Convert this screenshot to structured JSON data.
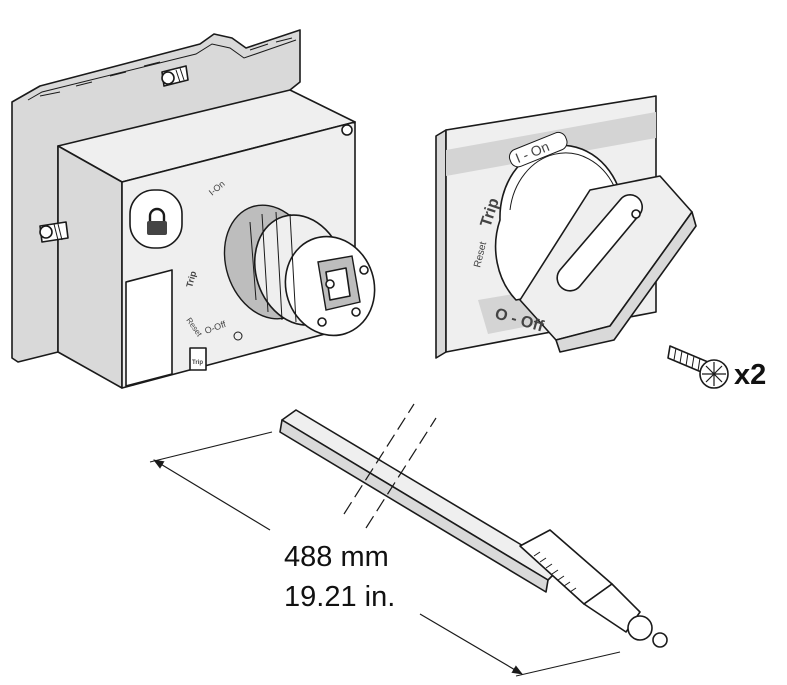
{
  "mechanism": {
    "on_label": "I-On",
    "trip_label": "Trip",
    "reset_label": "Reset",
    "off_label": "O-Off",
    "trip_button_label": "Trip"
  },
  "door_handle": {
    "on_label": "I - On",
    "trip_label": "Trip",
    "reset_label": "Reset",
    "off_label": "O - Off"
  },
  "screws": {
    "quantity_label": "x2"
  },
  "shaft": {
    "length_mm": "488 mm",
    "length_in": "19.21 in."
  }
}
